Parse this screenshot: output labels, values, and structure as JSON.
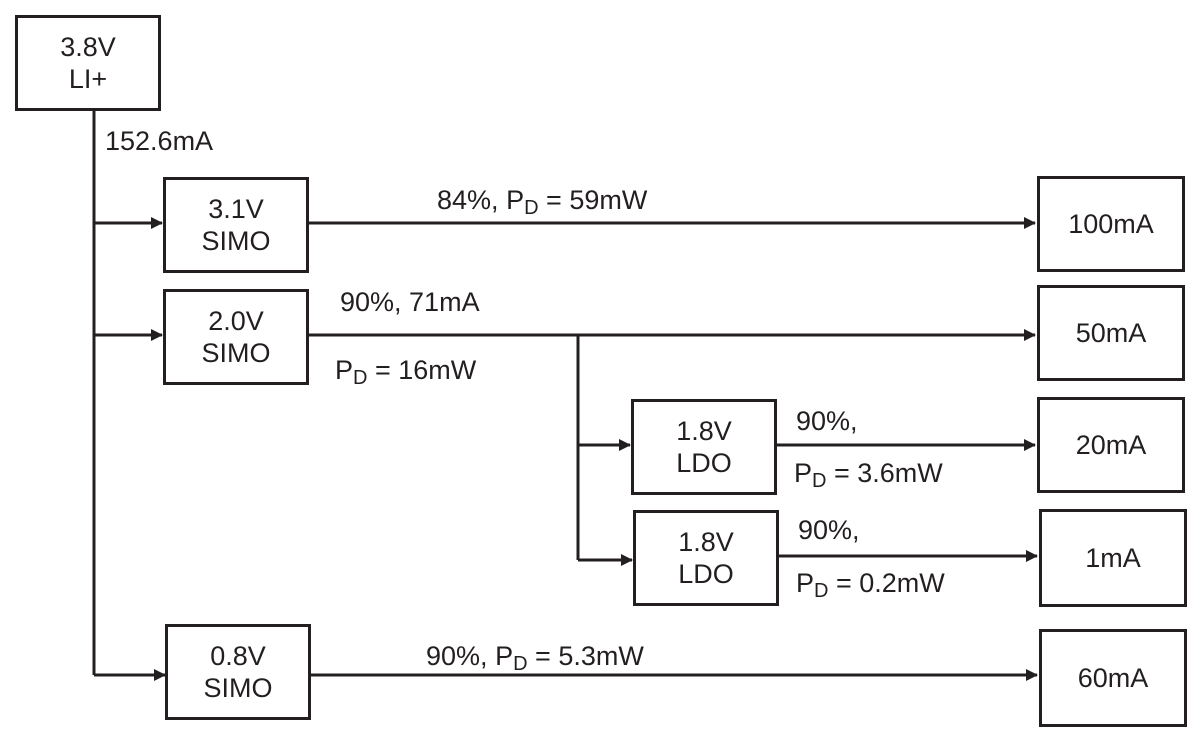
{
  "source": {
    "voltage": "3.8V",
    "type": "LI+",
    "current": "152.6mA"
  },
  "regulators": {
    "simo_3v1": {
      "voltage": "3.1V",
      "type": "SIMO",
      "eff": "84%,",
      "pd": "59mW"
    },
    "simo_2v0": {
      "voltage": "2.0V",
      "type": "SIMO",
      "eff": "90%, 71mA",
      "pd": "16mW"
    },
    "ldo_a": {
      "voltage": "1.8V",
      "type": "LDO",
      "eff": "90%,",
      "pd": "3.6mW"
    },
    "ldo_b": {
      "voltage": "1.8V",
      "type": "LDO",
      "eff": "90%,",
      "pd": "0.2mW"
    },
    "simo_0v8": {
      "voltage": "0.8V",
      "type": "SIMO",
      "eff": "90%,",
      "pd": "5.3mW"
    }
  },
  "loads": {
    "l1": "100mA",
    "l2": "50mA",
    "l3": "20mA",
    "l4": "1mA",
    "l5": "60mA"
  },
  "pd_symbol": "P",
  "pd_sub": "D",
  "pd_eq": " = "
}
